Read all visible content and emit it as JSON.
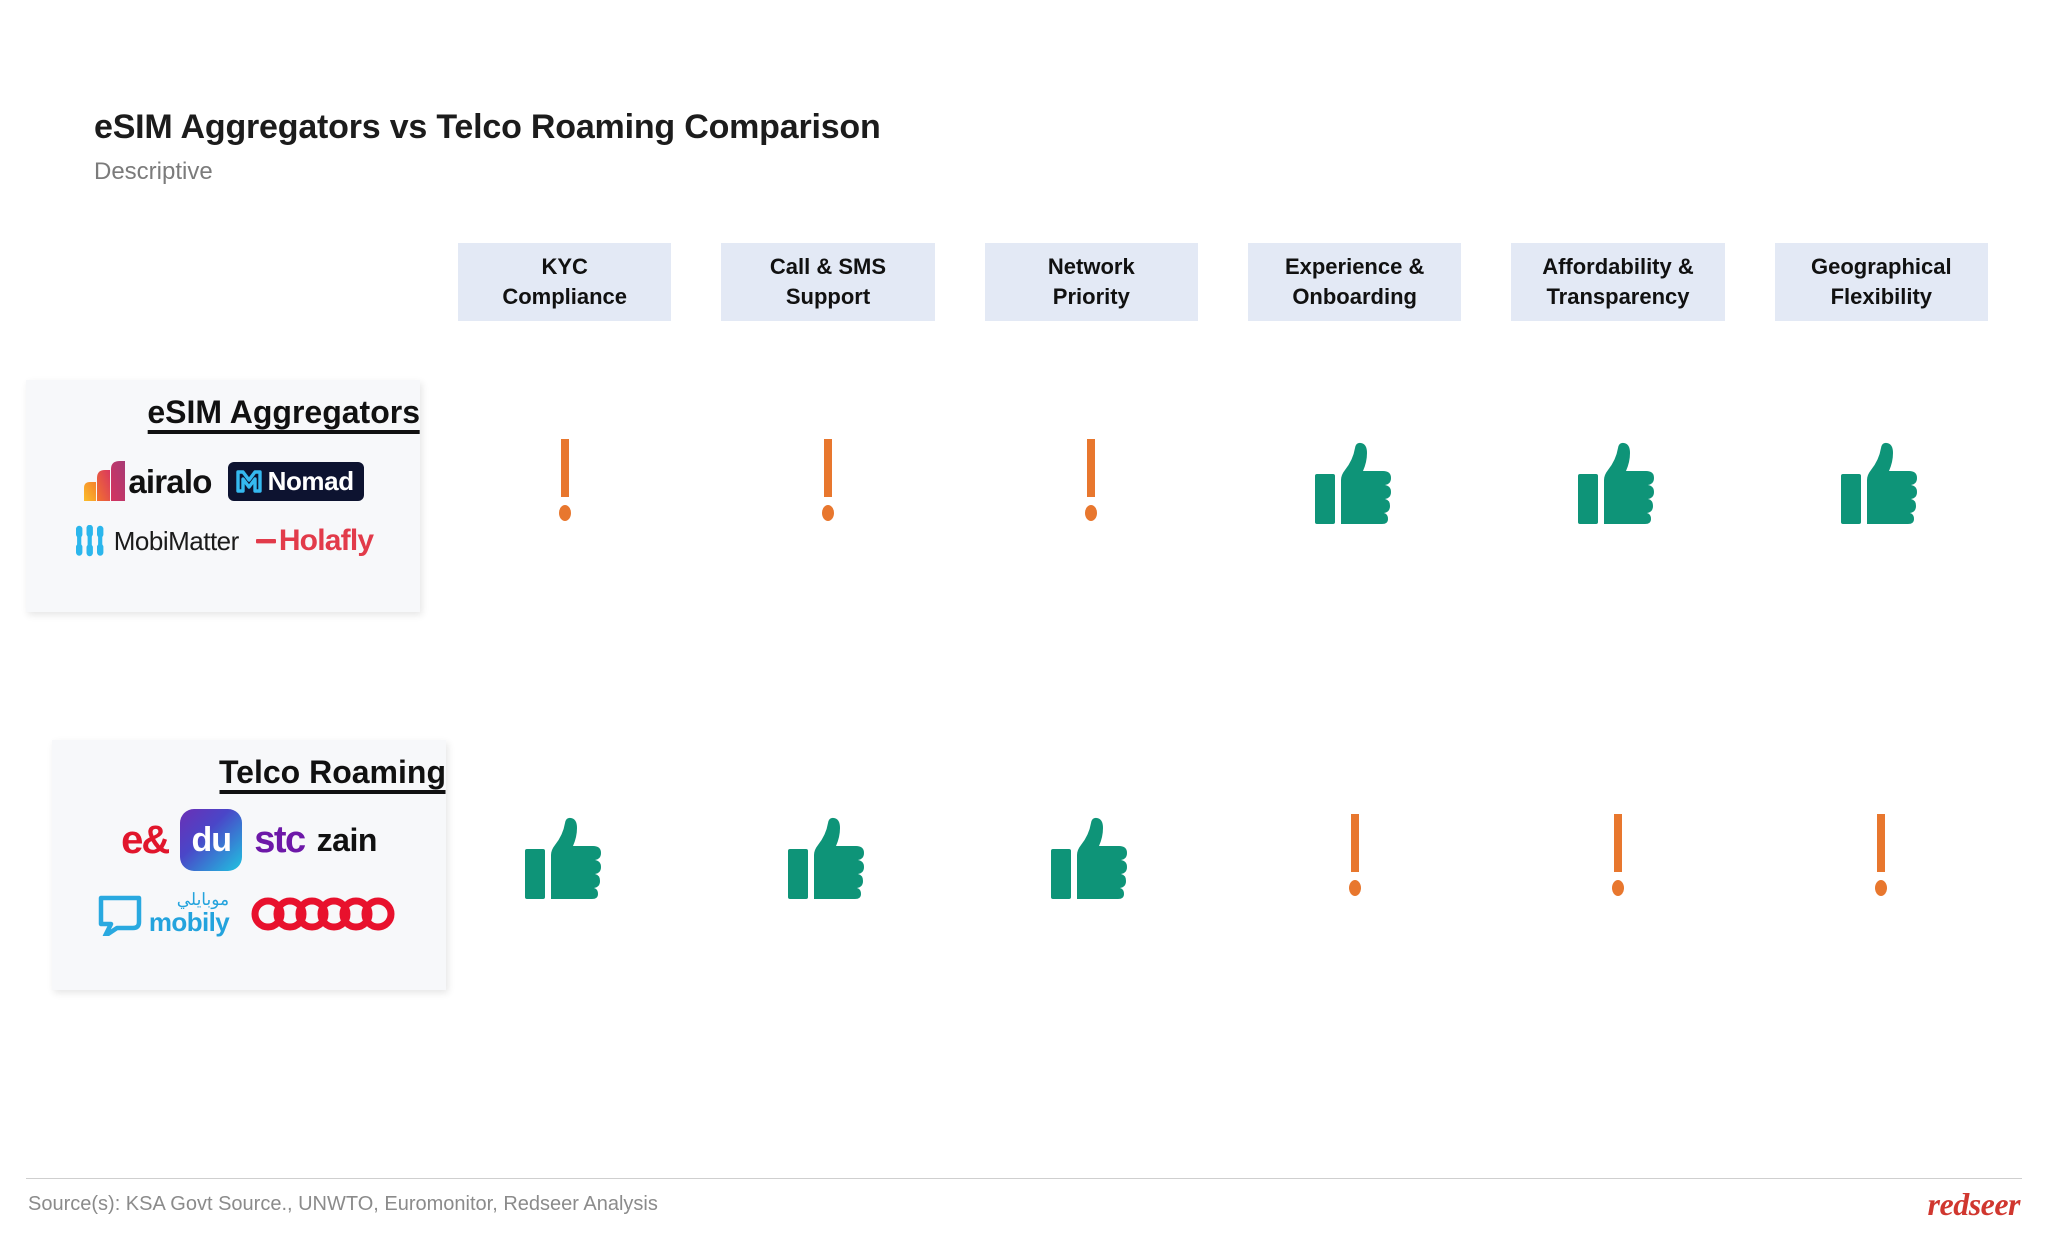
{
  "header": {
    "title": "eSIM Aggregators vs Telco Roaming Comparison",
    "subtitle": "Descriptive"
  },
  "colors": {
    "positive": "#0e9478",
    "negative": "#e8772e",
    "header_chip_bg": "#e3e9f5",
    "card_bg": "#f7f8fa",
    "brand": "#d0372f"
  },
  "columns": [
    {
      "line1": "KYC",
      "line2": "Compliance"
    },
    {
      "line1": "Call & SMS",
      "line2": "Support"
    },
    {
      "line1": "Network",
      "line2": "Priority"
    },
    {
      "line1": "Experience &",
      "line2": "Onboarding"
    },
    {
      "line1": "Affordability &",
      "line2": "Transparency"
    },
    {
      "line1": "Geographical",
      "line2": "Flexibility"
    }
  ],
  "rows": [
    {
      "label": "eSIM Aggregators",
      "brands": [
        {
          "name": "airalo",
          "text": "airalo"
        },
        {
          "name": "nomad",
          "text": "Nomad"
        },
        {
          "name": "mobimatter",
          "text": "MobiMatter"
        },
        {
          "name": "holafly",
          "text": "Holafly"
        }
      ],
      "marks": [
        "exclamation-icon",
        "exclamation-icon",
        "exclamation-icon",
        "thumbs-up-icon",
        "thumbs-up-icon",
        "thumbs-up-icon"
      ]
    },
    {
      "label": "Telco Roaming",
      "brands": [
        {
          "name": "e-and",
          "text": "e&"
        },
        {
          "name": "du",
          "text": "du"
        },
        {
          "name": "stc",
          "text": "stc"
        },
        {
          "name": "zain",
          "text": "zain"
        },
        {
          "name": "mobily",
          "text": "mobily",
          "arabic": "موبايلي"
        },
        {
          "name": "ooredoo",
          "text": "ooredoo"
        }
      ],
      "marks": [
        "thumbs-up-icon",
        "thumbs-up-icon",
        "thumbs-up-icon",
        "exclamation-icon",
        "exclamation-icon",
        "exclamation-icon"
      ]
    }
  ],
  "footer": {
    "source": "Source(s): KSA Govt Source., UNWTO, Euromonitor, Redseer Analysis",
    "brand": "redseer"
  },
  "chart_data": {
    "type": "table",
    "title": "eSIM Aggregators vs Telco Roaming Comparison",
    "categories": [
      "KYC Compliance",
      "Call & SMS Support",
      "Network Priority",
      "Experience & Onboarding",
      "Affordability & Transparency",
      "Geographical Flexibility"
    ],
    "series": [
      {
        "name": "eSIM Aggregators",
        "values": [
          "weak",
          "weak",
          "weak",
          "strong",
          "strong",
          "strong"
        ]
      },
      {
        "name": "Telco Roaming",
        "values": [
          "strong",
          "strong",
          "strong",
          "weak",
          "weak",
          "weak"
        ]
      }
    ],
    "legend": {
      "strong": "thumbs-up (teal)",
      "weak": "exclamation (orange)"
    }
  }
}
